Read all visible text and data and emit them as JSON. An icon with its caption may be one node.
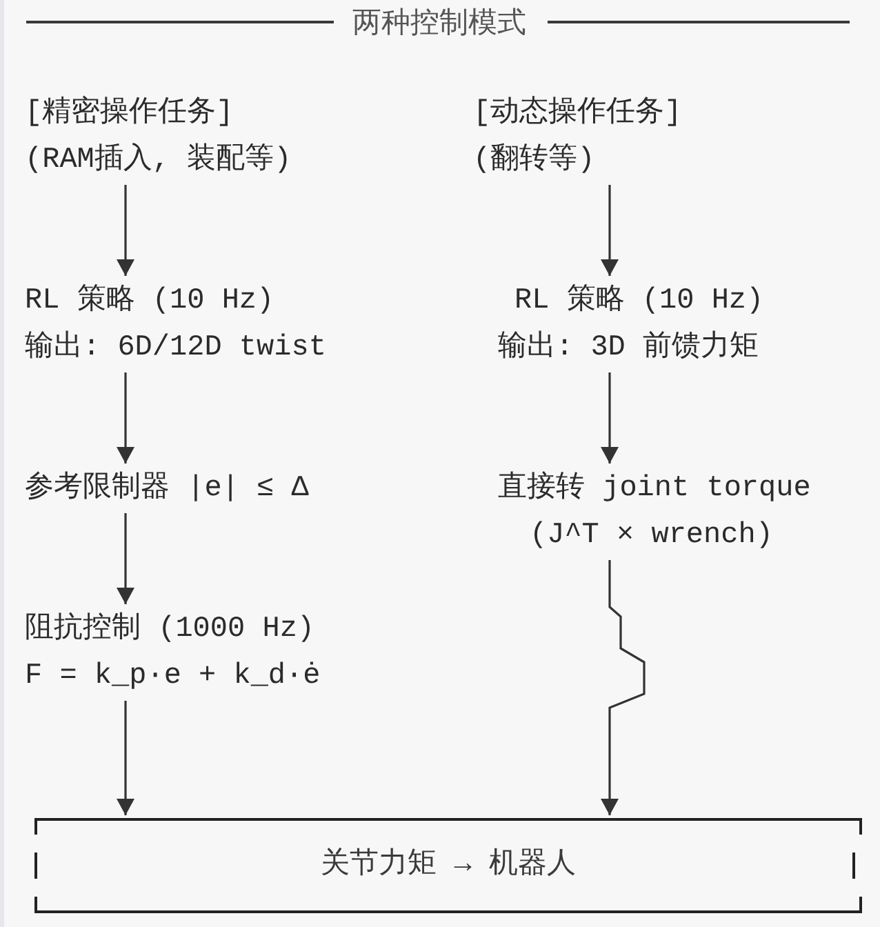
{
  "diagram": {
    "title": "两种控制模式",
    "nodes": [
      {
        "text": [
          "[精密操作任务]",
          "(RAM插入, 装配等)"
        ]
      },
      {
        "text": [
          "[动态操作任务]",
          "(翻转等)"
        ]
      },
      {
        "text": [
          "RL 策略 (10 Hz)",
          "输出: 6D/12D twist"
        ]
      },
      {
        "text": [
          "RL 策略 (10 Hz)",
          "输出: 3D 前馈力矩"
        ]
      },
      {
        "text": [
          "参考限制器 |e| ≤ Δ"
        ]
      },
      {
        "text": [
          "直接转 joint torque",
          "(J^T × wrench)"
        ]
      },
      {
        "text": [
          "阻抗控制 (1000 Hz)",
          "F = k_p·e + k_d·ė"
        ]
      },
      {
        "text": [
          "关节力矩 → 机器人"
        ]
      }
    ],
    "edges": [
      {
        "from": 0,
        "to": 2,
        "arrow": "to"
      },
      {
        "from": 2,
        "to": 4,
        "arrow": "to"
      },
      {
        "from": 4,
        "to": 6,
        "arrow": "to"
      },
      {
        "from": 6,
        "to": 7,
        "arrow": "to"
      },
      {
        "from": 1,
        "to": 3,
        "arrow": "to"
      },
      {
        "from": 3,
        "to": 5,
        "arrow": "to"
      },
      {
        "from": 5,
        "to": 7,
        "arrow": "to"
      }
    ]
  }
}
